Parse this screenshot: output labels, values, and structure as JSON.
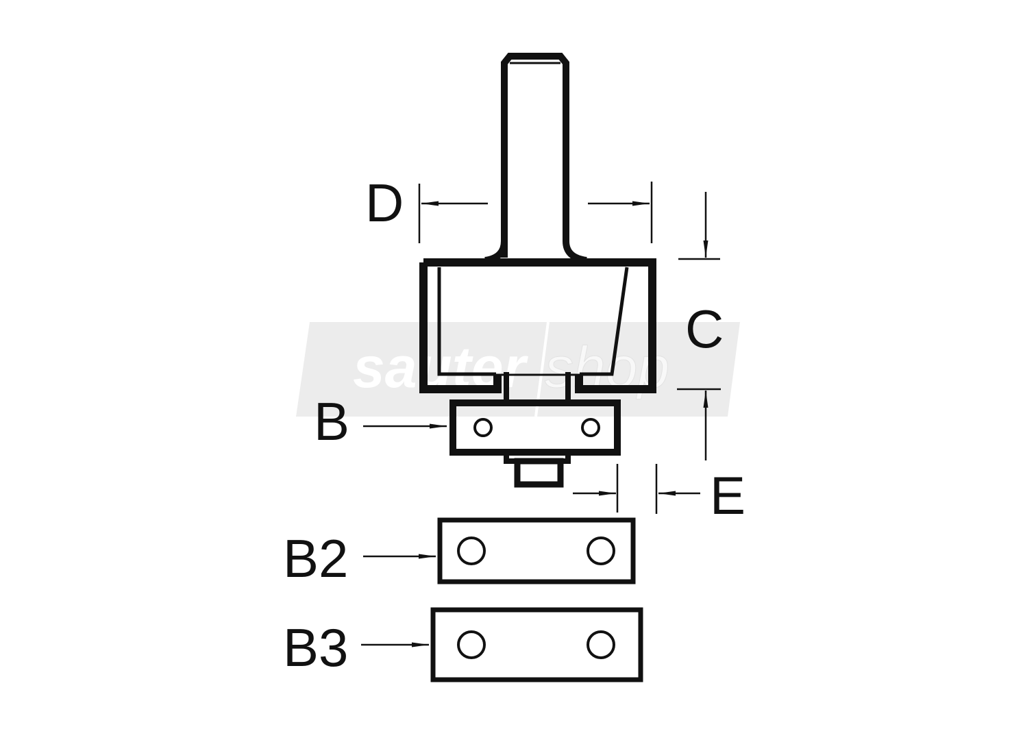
{
  "watermark": {
    "brand": "sauter",
    "suffix": "shop"
  },
  "labels": {
    "shank_diameter": "D",
    "cutting_length": "C",
    "bearing": "B",
    "bearing_alt_2": "B2",
    "bearing_alt_3": "B3",
    "offset": "E"
  },
  "colors": {
    "line": "#111111",
    "watermark_band": "#ececec",
    "background": "#ffffff"
  }
}
